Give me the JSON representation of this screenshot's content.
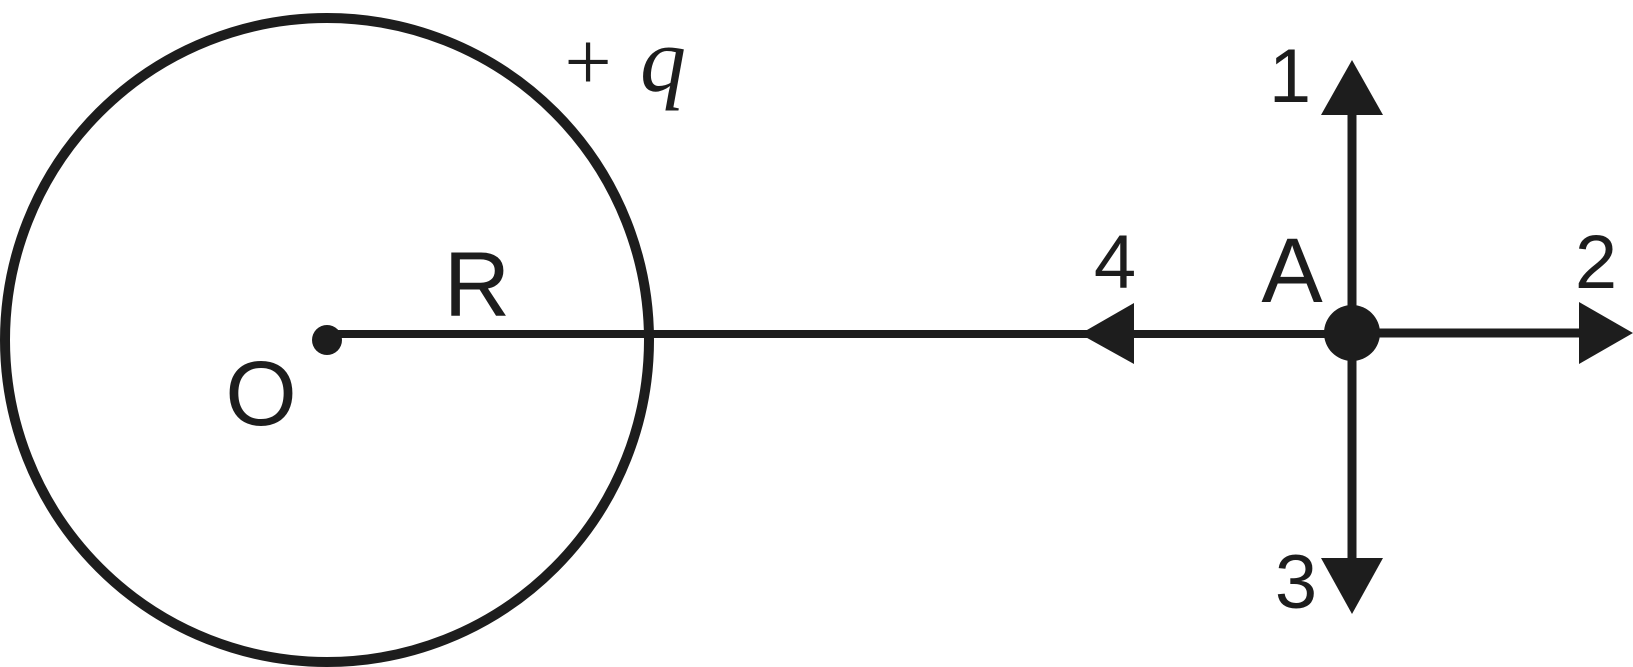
{
  "labels": {
    "charge_sign": "+",
    "charge_symbol": "q",
    "radius": "R",
    "center": "O",
    "point": "A",
    "dir_1": "1",
    "dir_2": "2",
    "dir_3": "3",
    "dir_4": "4"
  },
  "colors": {
    "ink": "#1d1d1d",
    "background": "#ffffff"
  }
}
